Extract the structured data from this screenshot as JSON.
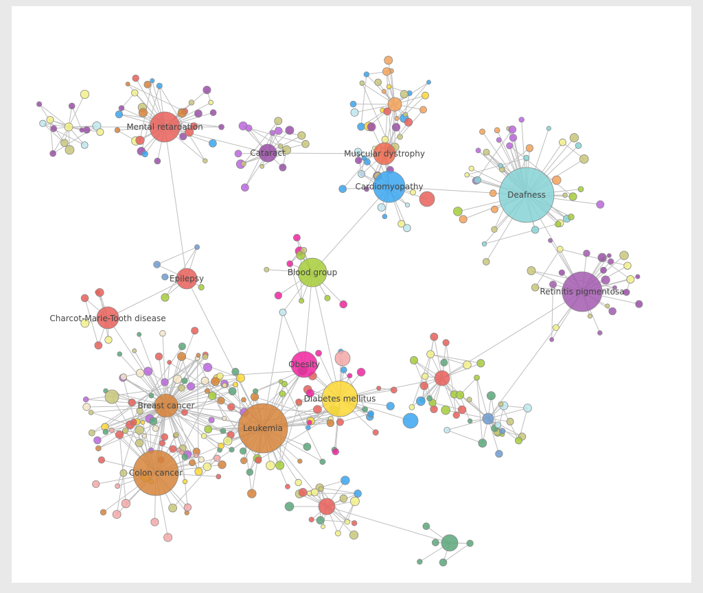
{
  "title": "Disease network",
  "hubs": [
    {
      "id": "mr",
      "label": "Mental retardation",
      "color": "#e8605a"
    },
    {
      "id": "cat",
      "label": "Cataract",
      "color": "#9b4fa8"
    },
    {
      "id": "md",
      "label": "Muscular dystrophy",
      "color": "#f06a4d"
    },
    {
      "id": "cm",
      "label": "Cardiomyopathy",
      "color": "#3aa6f0"
    },
    {
      "id": "deaf",
      "label": "Deafness",
      "color": "#86d3d6"
    },
    {
      "id": "bg",
      "label": "Blood group",
      "color": "#a6cc3a"
    },
    {
      "id": "epi",
      "label": "Epilepsy",
      "color": "#e8605a"
    },
    {
      "id": "cmt",
      "label": "Charcot-Marie-Tooth disease",
      "color": "#e8605a"
    },
    {
      "id": "rp",
      "label": "Retinitis pigmentosa",
      "color": "#a35bb0"
    },
    {
      "id": "ob",
      "label": "Obesity",
      "color": "#f0259f"
    },
    {
      "id": "dm",
      "label": "Diabetes mellitus",
      "color": "#fdd835"
    },
    {
      "id": "bc",
      "label": "Breast cancer",
      "color": "#d6843a"
    },
    {
      "id": "leu",
      "label": "Leukemia",
      "color": "#d6843a"
    },
    {
      "id": "cc",
      "label": "Colon cancer",
      "color": "#d6843a"
    }
  ],
  "minor_hubs": [
    {
      "id": "m1",
      "color": "#f4a259"
    },
    {
      "id": "m2",
      "color": "#e8605a"
    },
    {
      "id": "m3",
      "color": "#e8605a"
    },
    {
      "id": "m4",
      "color": "#3aa6f0"
    },
    {
      "id": "m5",
      "color": "#e8605a"
    },
    {
      "id": "m6",
      "color": "#5aa77a"
    },
    {
      "id": "m7",
      "color": "#f5a8a8"
    },
    {
      "id": "m8",
      "color": "#c9c77a"
    },
    {
      "id": "m9",
      "color": "#6f9bd1"
    },
    {
      "id": "m10",
      "color": "#bfe6ee"
    },
    {
      "id": "m11",
      "color": "#f2f08a"
    }
  ],
  "edges": [
    [
      "mr",
      "cat"
    ],
    [
      "mr",
      "epi"
    ],
    [
      "cat",
      "md"
    ],
    [
      "md",
      "cm"
    ],
    [
      "cm",
      "deaf"
    ],
    [
      "cm",
      "bg"
    ],
    [
      "cm",
      "m2"
    ],
    [
      "md",
      "m1"
    ],
    [
      "deaf",
      "rp"
    ],
    [
      "bg",
      "ob"
    ],
    [
      "bg",
      "m10"
    ],
    [
      "bg",
      "dm"
    ],
    [
      "epi",
      "leu"
    ],
    [
      "epi",
      "cmt"
    ],
    [
      "cmt",
      "bc"
    ],
    [
      "m10",
      "ob"
    ],
    [
      "m10",
      "leu"
    ],
    [
      "ob",
      "dm"
    ],
    [
      "dm",
      "leu"
    ],
    [
      "dm",
      "m3"
    ],
    [
      "dm",
      "m4"
    ],
    [
      "leu",
      "bc"
    ],
    [
      "leu",
      "cc"
    ],
    [
      "bc",
      "cc"
    ],
    [
      "leu",
      "m5"
    ],
    [
      "m5",
      "m6"
    ],
    [
      "dm",
      "m7"
    ],
    [
      "m3",
      "m9"
    ],
    [
      "m9",
      "rp"
    ],
    [
      "rp",
      "m3"
    ],
    [
      "leu",
      "m8"
    ],
    [
      "mr",
      "m11"
    ],
    [
      "cc",
      "m8"
    ]
  ],
  "clusters": [
    {
      "hub": "mr",
      "count": 30,
      "palette": [
        "#e8605a",
        "#9b4fa8",
        "#c9c77a",
        "#f2f08a",
        "#3aa6f0",
        "#d6843a"
      ]
    },
    {
      "hub": "m11",
      "count": 14,
      "palette": [
        "#9b4fa8",
        "#c9c77a",
        "#f2f08a",
        "#bfe6ee"
      ]
    },
    {
      "hub": "cat",
      "count": 16,
      "palette": [
        "#9b4fa8",
        "#c9c77a",
        "#bb66dd"
      ]
    },
    {
      "hub": "m1",
      "count": 24,
      "palette": [
        "#f4a259",
        "#c9c77a",
        "#bfe6ee",
        "#fdd835",
        "#3aa6f0"
      ]
    },
    {
      "hub": "md",
      "count": 10,
      "palette": [
        "#e8605a",
        "#c9c77a",
        "#9b4fa8"
      ]
    },
    {
      "hub": "cm",
      "count": 14,
      "palette": [
        "#3aa6f0",
        "#bfe6ee",
        "#f2f08a"
      ]
    },
    {
      "hub": "deaf",
      "count": 40,
      "palette": [
        "#c9c77a",
        "#f2f08a",
        "#86d3d6",
        "#a6cc3a",
        "#f4a259",
        "#bb66dd"
      ]
    },
    {
      "hub": "bg",
      "count": 10,
      "palette": [
        "#a6cc3a",
        "#c9c77a",
        "#f0259f"
      ]
    },
    {
      "hub": "rp",
      "count": 26,
      "palette": [
        "#a35bb0",
        "#9b4fa8",
        "#c9c77a",
        "#f2f08a"
      ]
    },
    {
      "hub": "bc",
      "count": 70,
      "palette": [
        "#d6843a",
        "#fdd835",
        "#c9c77a",
        "#f5e6c8",
        "#e8605a",
        "#bb66dd",
        "#5aa77a"
      ]
    },
    {
      "hub": "leu",
      "count": 40,
      "palette": [
        "#d6843a",
        "#5aa77a",
        "#e8605a",
        "#a6cc3a",
        "#f2f08a"
      ]
    },
    {
      "hub": "cc",
      "count": 30,
      "palette": [
        "#d6843a",
        "#e8605a",
        "#c9c77a",
        "#f5a8a8"
      ]
    },
    {
      "hub": "dm",
      "count": 24,
      "palette": [
        "#fdd835",
        "#5aa77a",
        "#3aa6f0",
        "#e8605a",
        "#f0259f"
      ]
    },
    {
      "hub": "m3",
      "count": 18,
      "palette": [
        "#e8605a",
        "#5aa77a",
        "#3aa6f0",
        "#f2f08a",
        "#a6cc3a"
      ]
    },
    {
      "hub": "m9",
      "count": 22,
      "palette": [
        "#a6cc3a",
        "#6f9bd1",
        "#5aa77a",
        "#bfe6ee",
        "#c9c77a"
      ]
    },
    {
      "hub": "m5",
      "count": 18,
      "palette": [
        "#e8605a",
        "#5aa77a",
        "#3aa6f0",
        "#f2f08a",
        "#c9c77a"
      ]
    },
    {
      "hub": "m6",
      "count": 5,
      "palette": [
        "#5aa77a"
      ]
    },
    {
      "hub": "epi",
      "count": 5,
      "palette": [
        "#a6cc3a",
        "#e8605a",
        "#6f9bd1"
      ]
    },
    {
      "hub": "cmt",
      "count": 6,
      "palette": [
        "#e8605a",
        "#f2f08a"
      ]
    }
  ]
}
